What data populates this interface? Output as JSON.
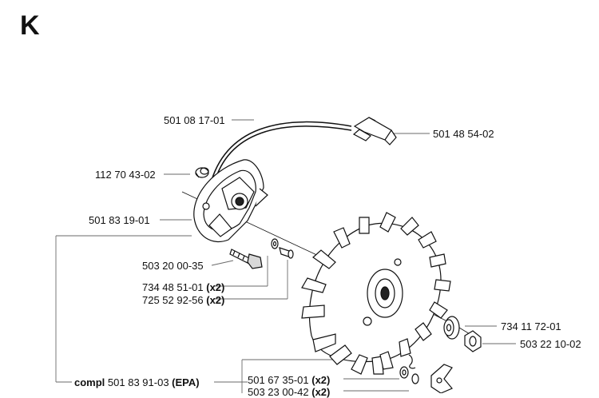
{
  "diagram": {
    "section_letter": "K",
    "colors": {
      "line": "#111111",
      "leader": "#6a6a6a",
      "background": "#ffffff"
    },
    "labels": [
      {
        "id": "label-ignition-lead",
        "number": "501 08 17-01"
      },
      {
        "id": "label-spark-plug-cap",
        "number": "501 48 54-02"
      },
      {
        "id": "label-grommet",
        "number": "112 70 43-02"
      },
      {
        "id": "label-ignition-module",
        "number": "501 83 19-01"
      },
      {
        "id": "label-screw",
        "number": "503 20 00-35"
      },
      {
        "id": "label-washer",
        "number": "734 48 51-01",
        "qty": "(x2)"
      },
      {
        "id": "label-spacer",
        "number": "725 52 92-56",
        "qty": "(x2)"
      },
      {
        "id": "label-washer-large",
        "number": "734 11 72-01"
      },
      {
        "id": "label-nut",
        "number": "503 22 10-02"
      },
      {
        "id": "label-assembly",
        "prefix": "compl",
        "number": "501 83 91-03",
        "suffix": "(EPA)"
      },
      {
        "id": "label-pawl",
        "number": "501 67 35-01",
        "qty": "(x2)"
      },
      {
        "id": "label-spring",
        "number": "503 23 00-42",
        "qty": "(x2)"
      }
    ]
  }
}
